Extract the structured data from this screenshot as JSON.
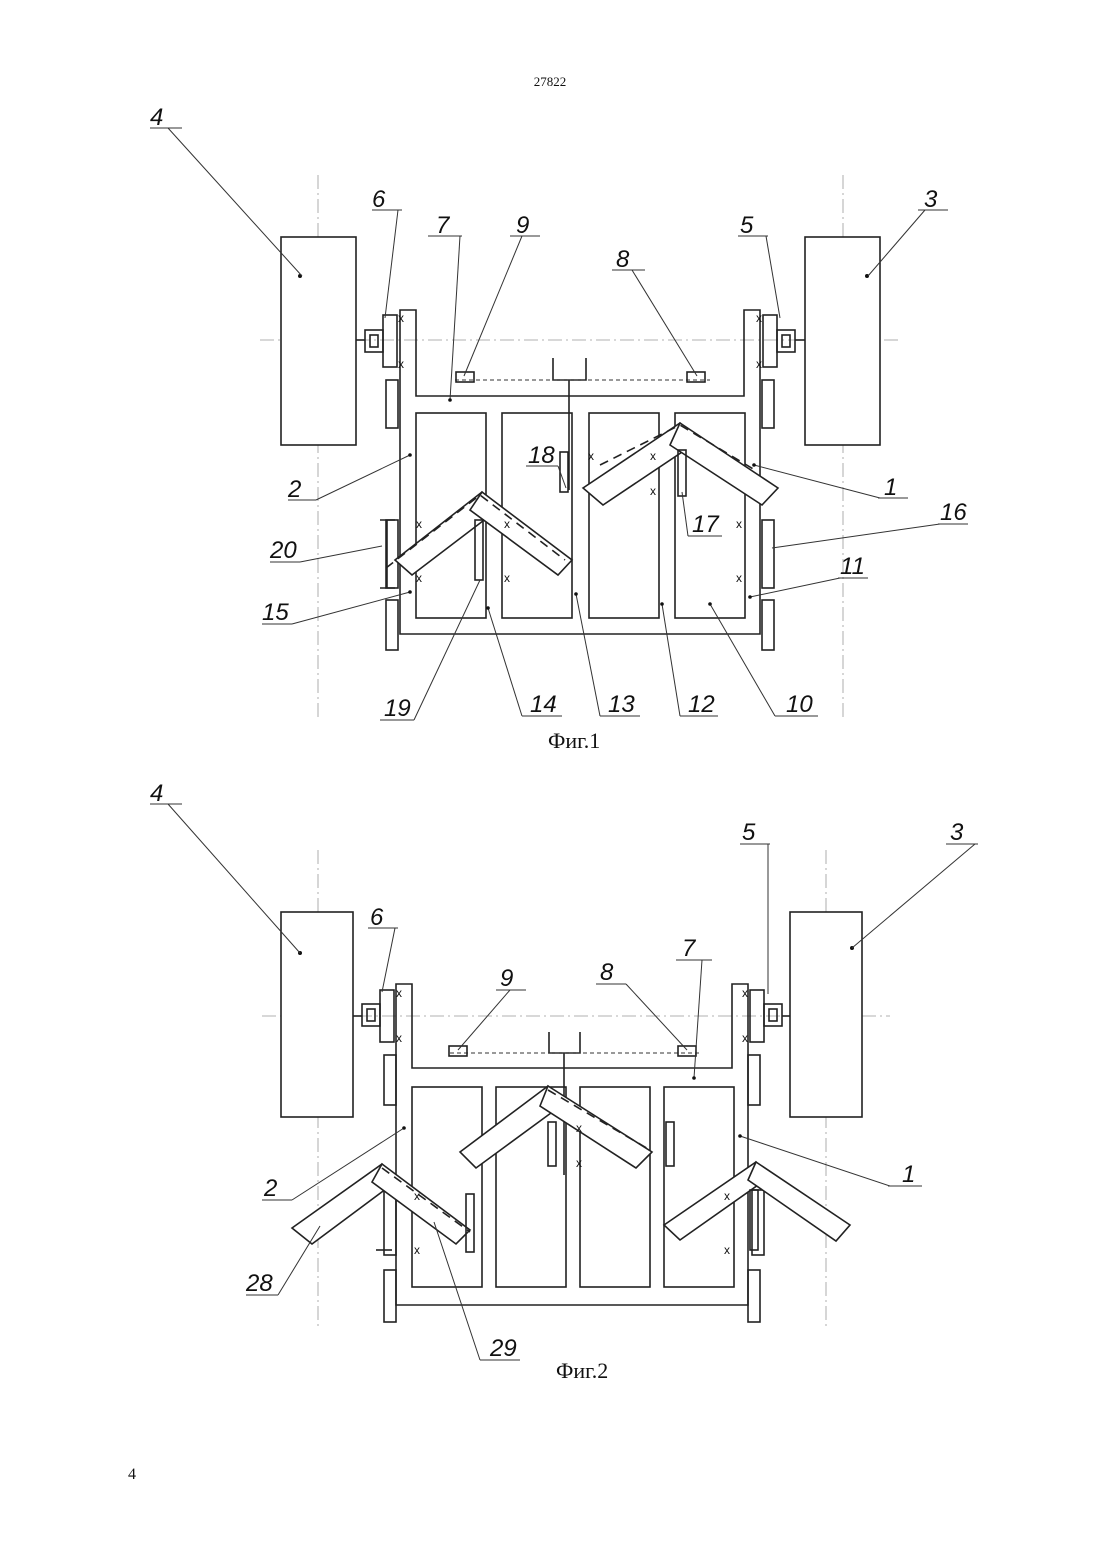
{
  "header": {
    "page_code": "27822"
  },
  "footer": {
    "page_number": "4"
  },
  "fig1": {
    "caption": "Фиг.1",
    "labels": [
      "4",
      "6",
      "7",
      "9",
      "8",
      "5",
      "3",
      "18",
      "2",
      "1",
      "17",
      "16",
      "20",
      "11",
      "15",
      "19",
      "14",
      "13",
      "12",
      "10"
    ]
  },
  "fig2": {
    "caption": "Фиг.2",
    "labels": [
      "4",
      "5",
      "3",
      "6",
      "9",
      "8",
      "7",
      "2",
      "1",
      "28",
      "29"
    ]
  }
}
